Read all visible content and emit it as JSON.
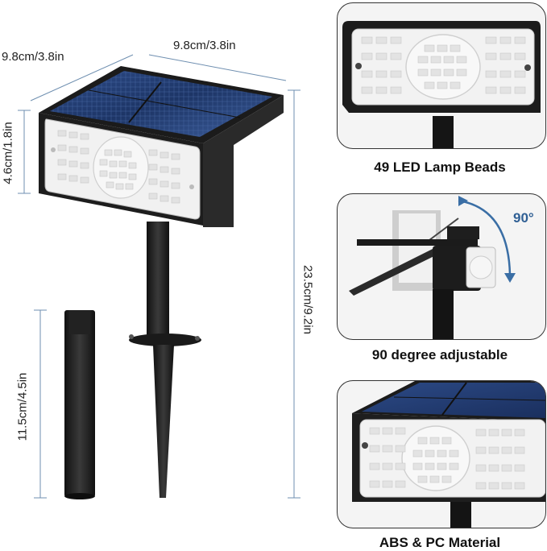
{
  "dimensions": {
    "width_left": "9.8cm/3.8in",
    "width_right": "9.8cm/3.8in",
    "head_height": "4.6cm/1.8in",
    "total_height": "23.5cm/9.2in",
    "extension_length": "11.5cm/4.5in"
  },
  "features": [
    {
      "caption": "49 LED Lamp Beads"
    },
    {
      "caption": "90 degree adjustable",
      "angle_label": "90°"
    },
    {
      "caption": "ABS & PC Material"
    }
  ],
  "colors": {
    "dimension_line": "#6f8fb0",
    "panel_blue": "#1f3a6e",
    "housing": "#222222",
    "arrow": "#3a6ea5"
  }
}
